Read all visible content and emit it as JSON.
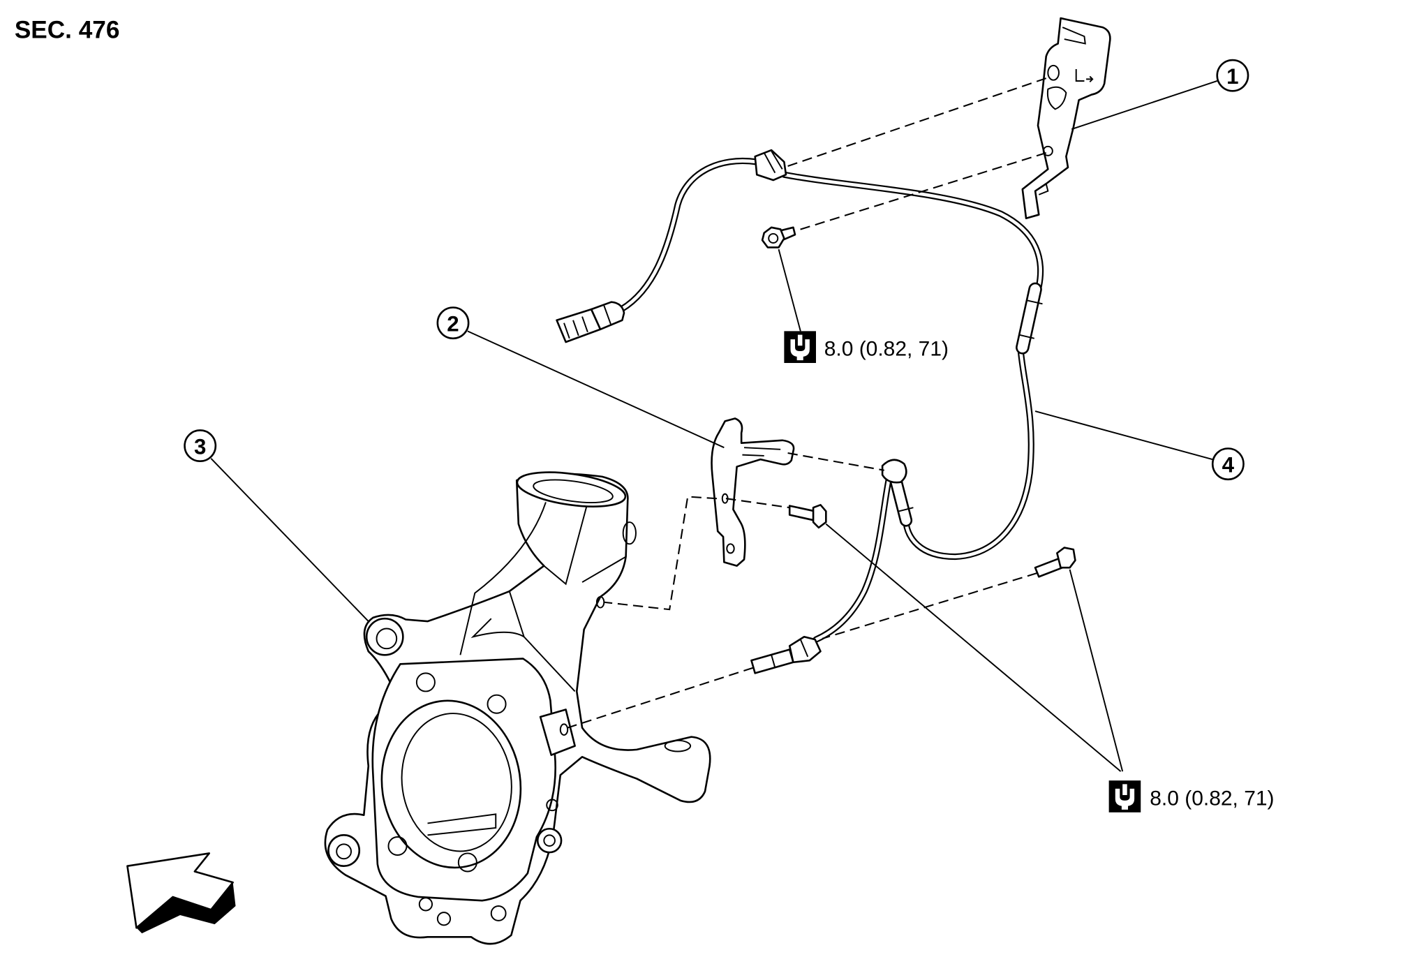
{
  "section_label": "SEC. 476",
  "callouts": [
    {
      "label": "1"
    },
    {
      "label": "2"
    },
    {
      "label": "3"
    },
    {
      "label": "4"
    }
  ],
  "torque_specs": [
    {
      "value": "8.0 (0.82, 71)",
      "icon": "torque-wrench-icon"
    },
    {
      "value": "8.0 (0.82, 71)",
      "icon": "torque-wrench-icon"
    }
  ],
  "colors": {
    "line": "#000000",
    "background": "#ffffff"
  }
}
